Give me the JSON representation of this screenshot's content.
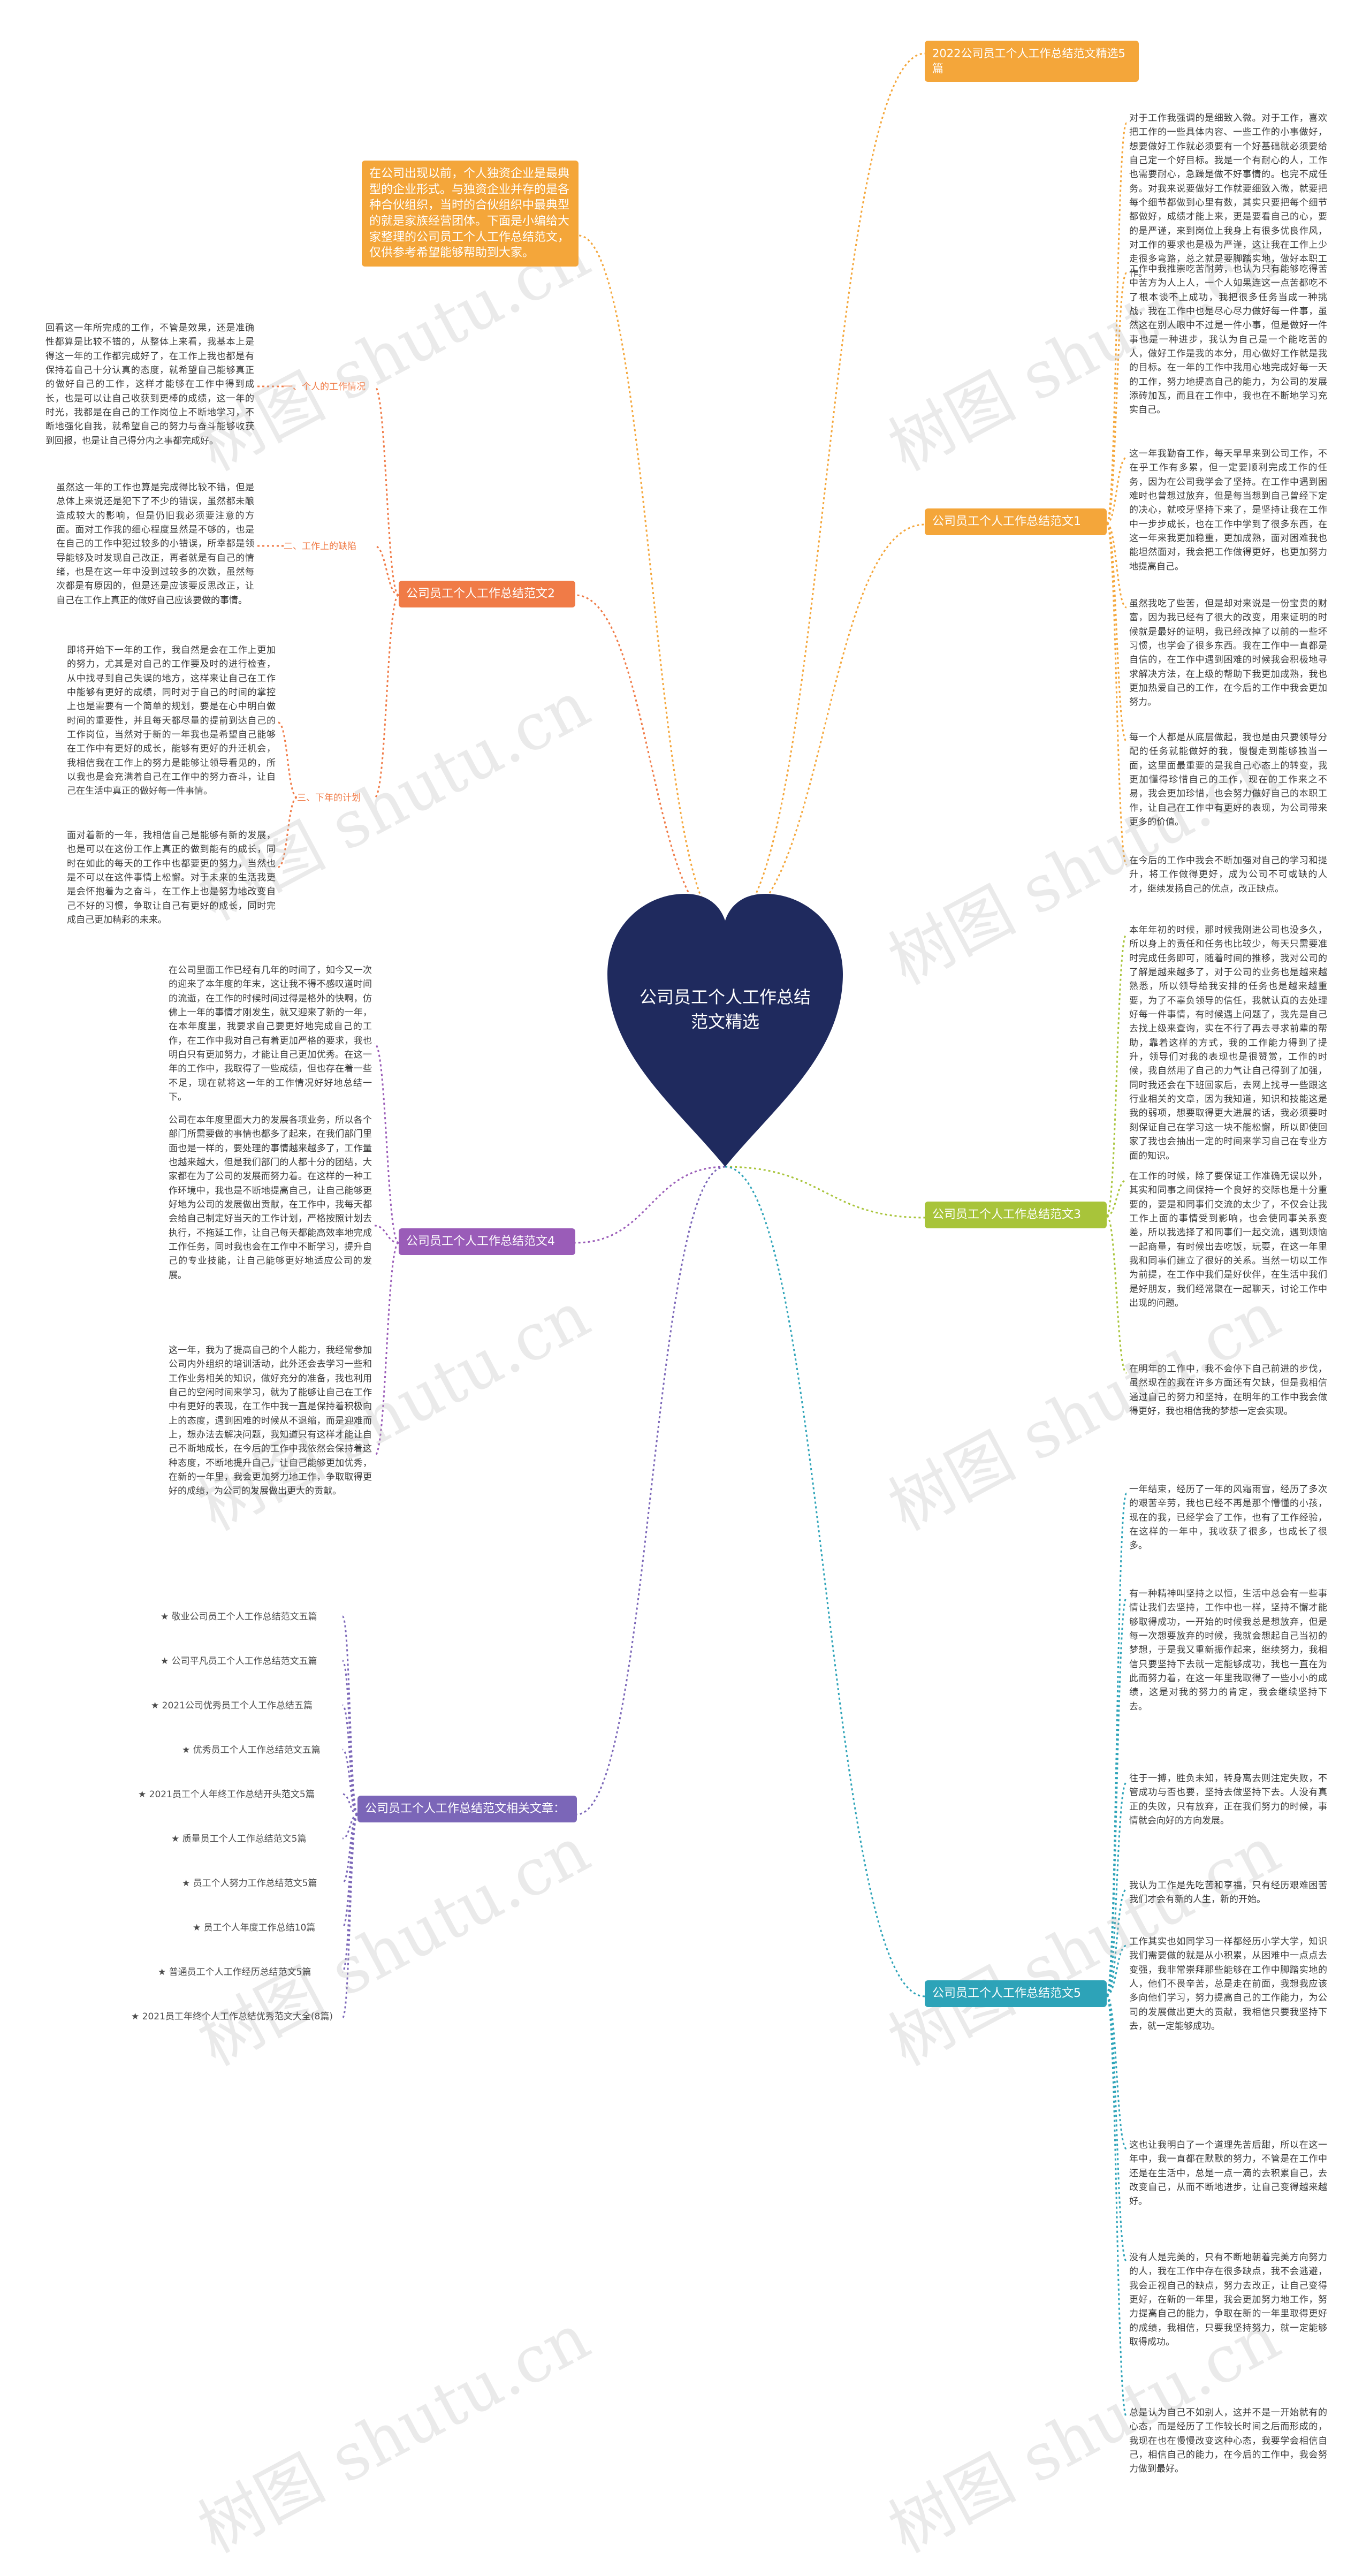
{
  "center": {
    "title": "公司员工个人工作总结范文精选",
    "color": "#1f2a5e"
  },
  "watermark": "树图 shutu.cn",
  "intro": {
    "text": "在公司出现以前，个人独资企业是最典型的企业形式。与独资企业并存的是各种合伙组织，当时的合伙组织中最典型的就是家族经营团体。下面是小编给大家整理的公司员工个人工作总结范文，仅供参考希望能够帮助到大家。",
    "color": "#f4a63a"
  },
  "top_right": {
    "title": "2022公司员工个人工作总结范文精选5篇",
    "color": "#f4a63a"
  },
  "branches": {
    "b1": {
      "label": "公司员工个人工作总结范文1",
      "color": "#f4a63a",
      "paragraphs": [
        "对于工作我强调的是细致入微。对于工作，喜欢把工作的一些具体内容、一些工作的小事做好，想要做好工作就必须要有一个好基础就必须要给自己定一个好目标。我是一个有耐心的人，工作也需要耐心，急躁是做不好事情的。也完不成任务。对我来说要做好工作就要细致入微，就要把每个细节都做到心里有数，其实只要把每个细节都做好，成绩才能上来，更是要看自己的心，要的是严谨，来到岗位上我身上有很多优良作风，对工作的要求也是极为严谨，这让我在工作上少走很多弯路，总之就是要脚踏实地，做好本职工作。",
        "工作中我推崇吃苦耐劳，也认为只有能够吃得苦中苦方为人上人，一个人如果连这一点苦都吃不了根本谈不上成功，我把很多任务当成一种挑战，我在工作中也是尽心尽力做好每一件事，虽然这在别人眼中不过是一件小事，但是做好一件事也是一种进步，我认为自己是一个能吃苦的人，做好工作是我的本分，用心做好工作就是我的目标。在一年的工作中我用心地完成好每一天的工作，努力地提高自己的能力，为公司的发展添砖加瓦，而且在工作中，我也在不断地学习充实自己。",
        "这一年我勤奋工作，每天早早来到公司工作，不在乎工作有多累，但一定要顺利完成工作的任务，因为在公司我学会了坚持。在工作中遇到困难时也曾想过放弃，但是每当想到自己曾经下定的决心，就咬牙坚持下来了，是坚持让我在工作中一步步成长，也在工作中学到了很多东西，在这一年来我更加稳重，更加成熟，面对困难我也能坦然面对，我会把工作做得更好，也更加努力地提高自己。",
        "虽然我吃了些苦，但是却对来说是一份宝贵的财富，因为我已经有了很大的改变，用来证明的时候就是最好的证明，我已经改掉了以前的一些坏习惯，也学会了很多东西。我在工作中一直都是自信的，在工作中遇到困难的时候我会积极地寻求解决方法，在上级的帮助下我更加成熟，我也更加热爱自己的工作，在今后的工作中我会更加努力。",
        "每一个人都是从底层做起，我也是由只要领导分配的任务就能做好的我，慢慢走到能够独当一面，这里面最重要的是我自己心态上的转变，我更加懂得珍惜自己的工作，现在的工作来之不易，我会更加珍惜，也会努力做好自己的本职工作，让自己在工作中有更好的表现，为公司带来更多的价值。",
        "在今后的工作中我会不断加强对自己的学习和提升，将工作做得更好，成为公司不可或缺的人才，继续发扬自己的优点，改正缺点。"
      ]
    },
    "b2": {
      "label": "公司员工个人工作总结范文2",
      "color": "#f07b47",
      "sections": [
        {
          "heading": "一、个人的工作情况",
          "text": "回看这一年所完成的工作，不管是效果，还是准确性都算是比较不错的，从整体上来看，我基本上是得这一年的工作都完成好了，在工作上我也都是有保持着自己十分认真的态度，就希望自己能够真正的做好自己的工作，这样才能够在工作中得到成长，也是可以让自己收获到更棒的成绩，这一年的时光，我都是在自己的工作岗位上不断地学习，不断地强化自我，就希望自己的努力与奋斗能够收获到回报，也是让自己得分内之事都完成好。"
        },
        {
          "heading": "二、工作上的缺陷",
          "text": "虽然这一年的工作也算是完成得比较不错，但是总体上来说还是犯下了不少的错误，虽然都未酿造成较大的影响，但是仍旧我必须要注意的方面。面对工作我的细心程度显然是不够的，也是在自己的工作中犯过较多的小错误，所幸都是领导能够及时发现自己改正，再者就是有自己的情绪，也是在这一年中没到过较多的次数，虽然每次都是有原因的，但是还是应该要反思改正，让自己在工作上真正的做好自己应该要做的事情。"
        },
        {
          "heading": "三、下年的计划",
          "text": "即将开始下一年的工作，我自然是会在工作上更加的努力，尤其是对自己的工作要及时的进行检查，从中找寻到自己失误的地方，这样来让自己在工作中能够有更好的成绩，同时对于自己的时间的掌控上也是需要有一个简单的规划，要是在心中明白做时间的重要性，并且每天都尽量的提前到达自己的工作岗位，当然对于新的一年我也是希望自己能够在工作中有更好的成长，能够有更好的升迁机会，我相信我在工作上的努力是能够让领导看见的，所以我也是会充满着自己在工作中的努力奋斗，让自己在生活中真正的做好每一件事情。",
          "text2": "面对着新的一年，我相信自己是能够有新的发展，也是可以在这份工作上真正的做到能有的成长，同时在如此的每天的工作中也都要更的努力，当然也是不可以在这件事情上松懈。对于未来的生活我更是会怀抱着为之奋斗，在工作上也是努力地改变自己不好的习惯，争取让自己有更好的成长，同时完成自己更加精彩的未来。"
        }
      ]
    },
    "b3": {
      "label": "公司员工个人工作总结范文3",
      "color": "#a8c43a",
      "paragraphs": [
        "本年年初的时候，那时候我刚进公司也没多久，所以身上的责任和任务也比较少，每天只需要准时完成任务即可，随着时间的推移，我对公司的了解是越来越多了，对于公司的业务也是越来越熟悉，所以领导给我安排的任务也是越来越重要，为了不辜负领导的信任，我就认真的去处理好每一件事情，有时候遇上问题了，我先是自己去找上级来查询，实在不行了再去寻求前辈的帮助，靠着这样的方式，我的工作能力得到了提升，领导们对我的表现也是很赞赏，工作的时候，我自然用了自己的力气让自己得到了加强，同时我还会在下班回家后，去网上找寻一些跟这行业相关的文章，因为我知道，知识和技能这是我的弱项，想要取得更大进展的话，我必须要时刻保证自己在学习这一块不能松懈，所以即使回家了我也会抽出一定的时间来学习自己在专业方面的知识。",
        "在工作的时候，除了要保证工作准确无误以外，其实和同事之间保持一个良好的交际也是十分重要的，要是和同事们交流的太少了，不仅会让我工作上面的事情受到影响，也会使同事关系变差，所以我选择了和同事们一起交流，遇到烦恼一起商量，有时候出去吃饭，玩耍，在这一年里我和同事们建立了很好的关系。当然一切以工作为前提，在工作中我们是好伙伴，在生活中我们是好朋友，我们经常聚在一起聊天，讨论工作中出现的问题。",
        "在明年的工作中，我不会停下自己前进的步伐，虽然现在的我在许多方面还有欠缺，但是我相信通过自己的努力和坚持，在明年的工作中我会做得更好，我也相信我的梦想一定会实现。"
      ]
    },
    "b4": {
      "label": "公司员工个人工作总结范文4",
      "color": "#9a5cb8",
      "paragraphs": [
        "在公司里面工作已经有几年的时间了，如今又一次的迎来了本年度的年末，这让我不得不感叹道时间的流逝，在工作的时候时间过得是格外的快啊，仿佛上一年的事情才刚发生，就又迎来了新的一年，在本年度里，我要求自己要更好地完成自己的工作，在工作中我对自己有着更加严格的要求，我也明白只有更加努力，才能让自己更加优秀。在这一年的工作中，我取得了一些成绩，但也存在着一些不足，现在就将这一年的工作情况好好地总结一下。",
        "公司在本年度里面大力的发展各项业务，所以各个部门所需要做的事情也都多了起来，在我们部门里面也是一样的，要处理的事情越来越多了，工作量也越来越大，但是我们部门的人都十分的团结，大家都在为了公司的发展而努力着。在这样的一种工作环境中，我也是不断地提高自己，让自己能够更好地为公司的发展做出贡献，在工作中，我每天都会给自己制定好当天的工作计划，严格按照计划去执行，不拖延工作，让自己每天都能高效率地完成工作任务，同时我也会在工作中不断学习，提升自己的专业技能，让自己能够更好地适应公司的发展。",
        "这一年，我为了提高自己的个人能力，我经常参加公司内外组织的培训活动，此外还会去学习一些和工作业务相关的知识，做好充分的准备，我也利用自己的空闲时间来学习，就为了能够让自己在工作中有更好的表现，在工作中我一直是保持着积极向上的态度，遇到困难的时候从不退缩，而是迎难而上，想办法去解决问题，我知道只有这样才能让自己不断地成长，在今后的工作中我依然会保持着这种态度，不断地提升自己，让自己能够更加优秀，在新的一年里，我会更加努力地工作，争取取得更好的成绩，为公司的发展做出更大的贡献。"
      ]
    },
    "b5": {
      "label": "公司员工个人工作总结范文5",
      "color": "#2da3b8",
      "paragraphs": [
        "一年结束，经历了一年的风霜雨雪，经历了多次的艰苦辛劳，我也已经不再是那个懵懂的小孩，现在的我，已经学会了工作，也有了工作经验，在这样的一年中，我收获了很多，也成长了很多。",
        "有一种精神叫坚持之以恒，生活中总会有一些事情让我们去坚持，工作中也一样，坚持不懈才能够取得成功，一开始的时候我总是想放弃，但是每一次想要放弃的时候，我就会想起自己当初的梦想，于是我又重新振作起来，继续努力，我相信只要坚持下去就一定能够成功，我也一直在为此而努力着，在这一年里我取得了一些小小的成绩，这是对我的努力的肯定，我会继续坚持下去。",
        "往于一搏，胜负未知，转身离去则注定失败，不管成功与否也要，坚持去做坚持下去。人没有真正的失败，只有放弃，正在我们努力的时候，事情就会向好的方向发展。",
        "我认为工作是先吃苦和享福，只有经历艰难困苦我们才会有新的人生，新的开始。",
        "工作其实也如同学习一样都经历小学大学，知识我们需要做的就是从小积累，从困难中一点点去变强，我非常崇拜那些能够在工作中脚踏实地的人，他们不畏辛苦，总是走在前面，我想我应该多向他们学习，努力提高自己的工作能力，为公司的发展做出更大的贡献，我相信只要我坚持下去，就一定能够成功。",
        "这也让我明白了一个道理先苦后甜，所以在这一年中，我一直都在默默的努力，不管是在工作中还是在生活中，总是一点一滴的去积累自己，去改变自己，从而不断地进步，让自己变得越来越好。",
        "没有人是完美的，只有不断地朝着完美方向努力的人，我在工作中存在很多缺点，我不会逃避，我会正视自己的缺点，努力去改正，让自己变得更好，在新的一年里，我会更加努力地工作，努力提高自己的能力，争取在新的一年里取得更好的成绩，我相信，只要我坚持努力，就一定能够取得成功。",
        "总是认为自己不如别人，这并不是一开始就有的心态，而是经历了工作较长时间之后而形成的，我现在也在慢慢改变这种心态，我要学会相信自己，相信自己的能力，在今后的工作中，我会努力做到最好。"
      ]
    },
    "related": {
      "label": "公司员工个人工作总结范文相关文章：",
      "color": "#7b66b8",
      "items": [
        "★ 敬业公司员工个人工作总结范文五篇",
        "★ 公司平凡员工个人工作总结范文五篇",
        "★ 2021公司优秀员工个人工作总结五篇",
        "★ 优秀员工个人工作总结范文五篇",
        "★ 2021员工个人年终工作总结开头范文5篇",
        "★ 质量员工个人工作总结范文5篇",
        "★ 员工个人努力工作总结范文5篇",
        "★ 员工个人年度工作总结10篇",
        "★ 普通员工个人工作经历总结范文5篇",
        "★ 2021员工年终个人工作总结优秀范文大全(8篇)"
      ]
    }
  }
}
